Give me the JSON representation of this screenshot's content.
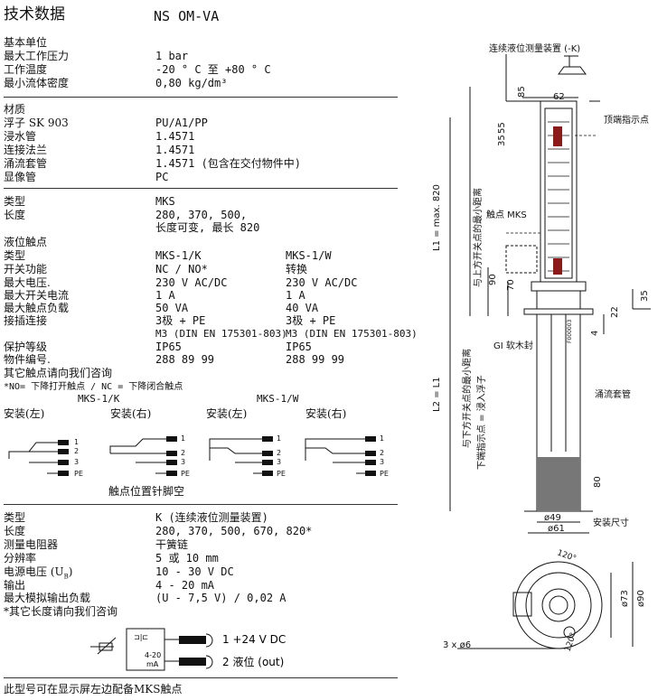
{
  "header": {
    "title": "技术数据",
    "model": "NS OM-VA"
  },
  "basic": {
    "rows": [
      {
        "label": "基本单位",
        "value": ""
      },
      {
        "label": "最大工作压力",
        "value": "1 bar"
      },
      {
        "label": "工作温度",
        "value": "-20 ° C 至 +80 ° C"
      },
      {
        "label": "最小流体密度",
        "value": "0,80 kg/dm³"
      }
    ]
  },
  "material": {
    "rows": [
      {
        "label": "材质",
        "value": ""
      },
      {
        "label": "浮子 SK 903",
        "value": "PU/A1/PP"
      },
      {
        "label": "浸水管",
        "value": "1.4571"
      },
      {
        "label": "连接法兰",
        "value": "1.4571"
      },
      {
        "label": "涌流套管",
        "value": "1.4571 (包含在交付物件中)"
      },
      {
        "label": "显像管",
        "value": "PC"
      }
    ]
  },
  "mks": {
    "type_label": "类型",
    "type_value": "MKS",
    "length_label": "长度",
    "length_value1": "280, 370, 500,",
    "length_value2": "长度可变, 最长 820",
    "contact_title": "液位触点",
    "rows": [
      {
        "label": "类型",
        "k": "MKS-1/K",
        "w": "MKS-1/W"
      },
      {
        "label": "开关功能",
        "k": "NC / NO*",
        "w": "转换"
      },
      {
        "label": "最大电压.",
        "k": "230 V AC/DC",
        "w": "230 V AC/DC"
      },
      {
        "label": "最大开关电流",
        "k": "1 A",
        "w": "1 A"
      },
      {
        "label": "最大触点负载",
        "k": "50 VA",
        "w": "40 VA"
      },
      {
        "label": "接插连接",
        "k": "3极 + PE",
        "w": "3极 + PE"
      },
      {
        "label": "",
        "k": "M3 (DIN EN 175301-803)",
        "w": "M3 (DIN EN 175301-803)"
      },
      {
        "label": "保护等级",
        "k": "IP65",
        "w": "IP65"
      },
      {
        "label": "物件编号.",
        "k": "288 89 99",
        "w": "288 99 99"
      }
    ],
    "other": "其它触点请向我们咨询",
    "note": "*NO= 下降打开触点 / NC = 下降闭合触点",
    "wiring": {
      "k_title": "MKS-1/K",
      "w_title": "MKS-1/W",
      "left_label": "安装(左)",
      "right_label": "安装(右)",
      "pins": [
        "1",
        "2",
        "3",
        "PE"
      ],
      "caption": "触点位置针脚空"
    }
  },
  "k_sensor": {
    "rows": [
      {
        "label": "类型",
        "value": "K (连续液位测量装置)"
      },
      {
        "label": "长度",
        "value": "280, 370, 500, 670, 820*"
      },
      {
        "label": "测量电阻器",
        "value": "干簧链"
      },
      {
        "label": "分辨率",
        "value": "5 或 10 mm"
      },
      {
        "label": "电源电压 (U",
        "value": "10 - 30 V DC"
      },
      {
        "label": "输出",
        "value": "4 - 20 mA"
      },
      {
        "label": "最大模拟输出负载",
        "value": "(U  - 7,5 V) / 0,02 A"
      }
    ],
    "sub_b": "B",
    "paren_close": ")",
    "note": "*其它长度请向我们咨询",
    "block": {
      "current": "4-20",
      "unit": "mA",
      "pin1": "1 +24 V DC",
      "pin2": "2 液位 (out)"
    }
  },
  "footer": "此型号可在显示屏左边配备MKS触点",
  "drawing": {
    "label_k": "连续液位测量装置 (-K)",
    "label_top": "顶端指示点",
    "label_mks": "触点 MKS",
    "label_gi": "GI 软木封",
    "label_pipe": "涌流套管",
    "label_install": "安装尺寸",
    "label_upper": "与上方开关点的最小距离",
    "label_lower": "与下方开关点的最小距离",
    "label_bottom": "下端指示点 = 浸入浮子",
    "dims": {
      "d85": "85",
      "d62": "62",
      "d55": "55",
      "d35a": "35",
      "d90": "90",
      "d70": "70",
      "d35b": "35",
      "d22": "22",
      "d4": "4",
      "d80": "80",
      "d49": "ø49",
      "d61": "ø61",
      "l1": "L1 = max. 820",
      "l2": "L2 = L1",
      "d120a": "120°",
      "d120b": "120°",
      "d73": "ø73",
      "d90b": "ø90",
      "holes": "3 x ø6",
      "part": "F000003"
    }
  }
}
